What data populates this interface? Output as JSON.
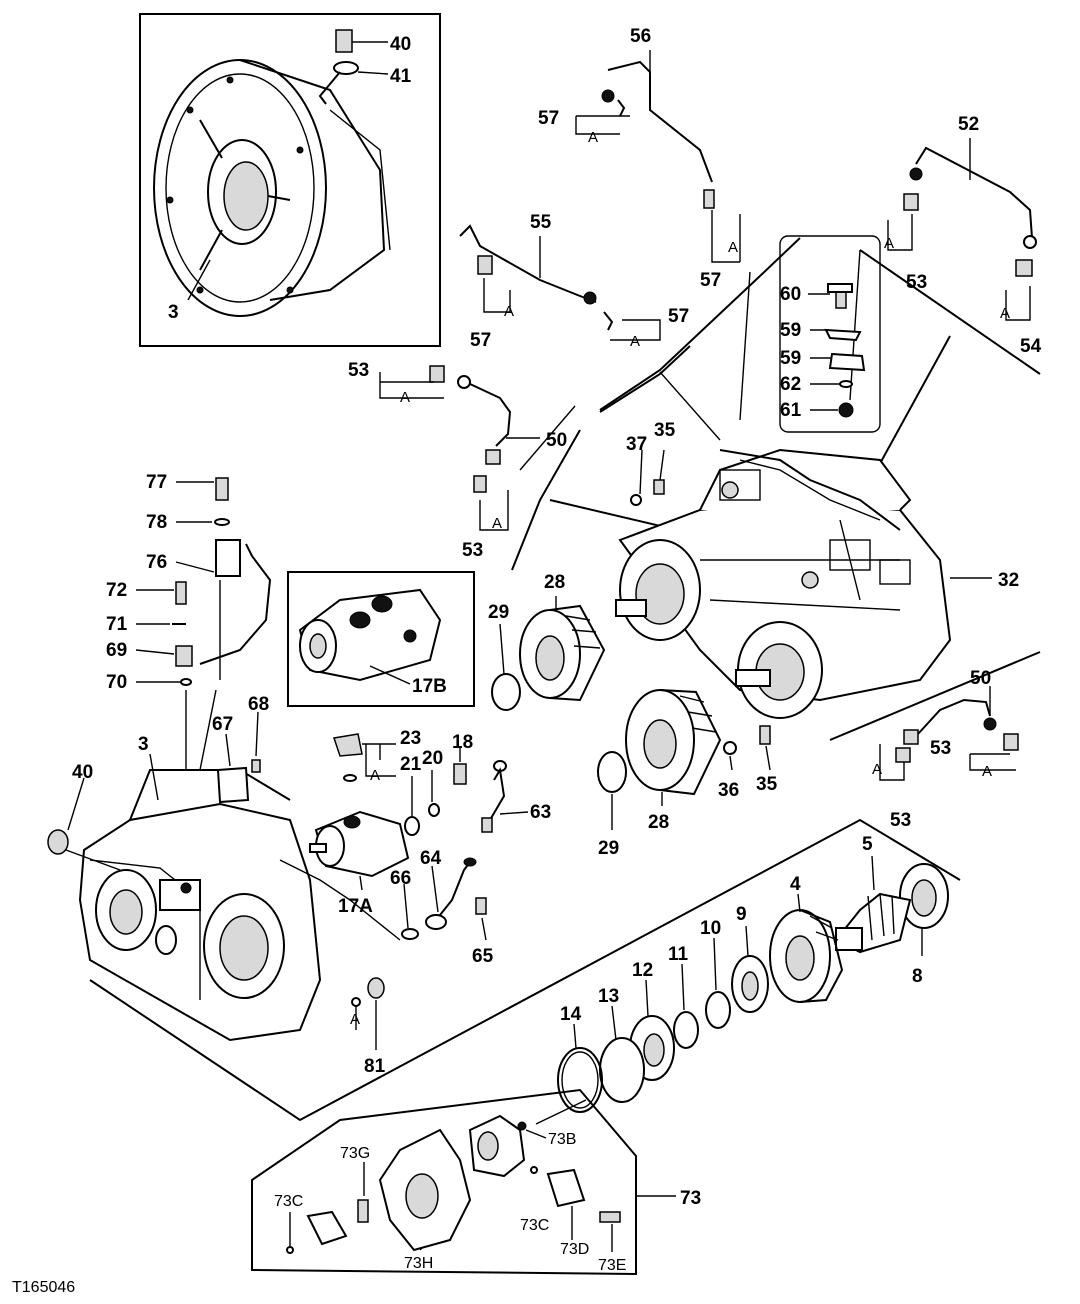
{
  "figure_id": "T165046",
  "part_labels": {
    "p40_top": "40",
    "p41": "41",
    "p3_top": "3",
    "p56": "56",
    "p57_a": "57",
    "p57_b": "57",
    "p57_c": "57",
    "p57_d": "57",
    "p55": "55",
    "p52": "52",
    "p53_a": "53",
    "p53_b": "53",
    "p53_c": "53",
    "p53_d": "53",
    "p53_e": "53",
    "p54": "54",
    "p60": "60",
    "p59_a": "59",
    "p59_b": "59",
    "p62": "62",
    "p61": "61",
    "p50_a": "50",
    "p50_b": "50",
    "p37": "37",
    "p35_a": "35",
    "p35_b": "35",
    "p32": "32",
    "p77": "77",
    "p78": "78",
    "p76": "76",
    "p72": "72",
    "p71": "71",
    "p69": "69",
    "p70": "70",
    "p28_a": "28",
    "p28_b": "28",
    "p29_a": "29",
    "p29_b": "29",
    "p17b": "17B",
    "p36": "36",
    "p67": "67",
    "p68": "68",
    "p3_bottom": "3",
    "p40_bottom": "40",
    "p23": "23",
    "p21": "21",
    "p20": "20",
    "p18": "18",
    "p63": "63",
    "p17a": "17A",
    "p64": "64",
    "p66": "66",
    "p65": "65",
    "p81": "81",
    "p5": "5",
    "p4": "4",
    "p8": "8",
    "p9": "9",
    "p10": "10",
    "p11": "11",
    "p12": "12",
    "p13": "13",
    "p14": "14",
    "p73": "73",
    "p73b": "73B",
    "p73g": "73G",
    "p73c_a": "73C",
    "p73c_b": "73C",
    "p73d": "73D",
    "p73e": "73E",
    "p73h": "73H"
  },
  "ref_marker": "A",
  "icons": [
    "bolt-icon",
    "washer-icon",
    "gear-icon",
    "pump-icon",
    "hose-icon",
    "sensor-icon",
    "bearing-icon",
    "coupling-icon"
  ]
}
